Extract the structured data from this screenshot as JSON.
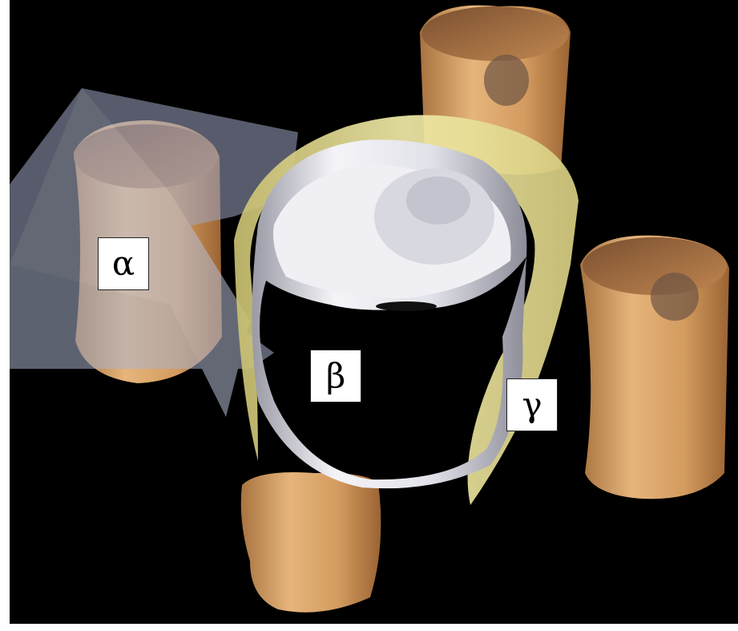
{
  "labels": {
    "alpha": "α",
    "beta": "β",
    "gamma": "γ"
  },
  "colors": {
    "background": "#000000",
    "tan_surface": "#d9a468",
    "white_surface": "#e8e8ee",
    "yellow_band": "#ece69a",
    "plane": "#9ea6c4"
  }
}
